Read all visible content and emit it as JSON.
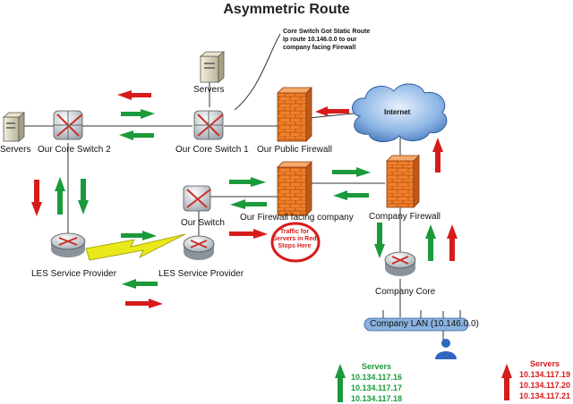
{
  "title": "Asymmetric Route",
  "note_text": "Core Switch Got Static Route\nIp route 10.146.0.0 to our\ncompany facing Firewall",
  "stop_text": "Traffic for Servers in Red Stops Here",
  "labels": {
    "servers_top": "Servers",
    "servers_left": "Servers",
    "core_switch_2": "Our Core Switch 2",
    "core_switch_1": "Our Core Switch 1",
    "public_firewall": "Our Public Firewall",
    "internet": "Internet",
    "our_switch": "Our Switch",
    "our_fw_company": "Our Firewall facing company",
    "company_firewall": "Company Firewall",
    "les_left": "LES Service Provider",
    "les_right": "LES Service Provider",
    "company_core": "Company Core",
    "company_lan": "Company LAN (10.146.0.0)"
  },
  "green_servers": {
    "heading": "Servers",
    "ips": [
      "10.134.117.16",
      "10.134.117.17",
      "10.134.117.18"
    ]
  },
  "red_servers": {
    "heading": "Servers",
    "ips": [
      "10.134.117.19",
      "10.134.117.20",
      "10.134.117.21"
    ]
  },
  "colors": {
    "green": "#1a9a3a",
    "red": "#d71b1b",
    "firewall": "#f0802a",
    "cloud": "#5a8fcf",
    "router": "#c9302c"
  }
}
